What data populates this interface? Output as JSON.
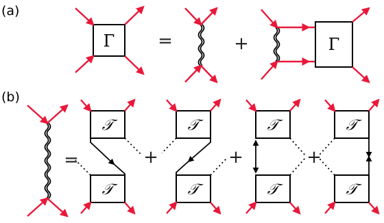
{
  "panels": [
    {
      "label": "(a)",
      "symbols": {
        "equals": "=",
        "plus": "+"
      },
      "vertex_symbol": "Γ"
    },
    {
      "label": "(b)",
      "symbols": {
        "equals": "=",
        "plus": "+"
      },
      "vertex_symbol": "𝒯"
    }
  ],
  "colors": {
    "external_legs": "#e8193a",
    "lines": "#000000"
  }
}
